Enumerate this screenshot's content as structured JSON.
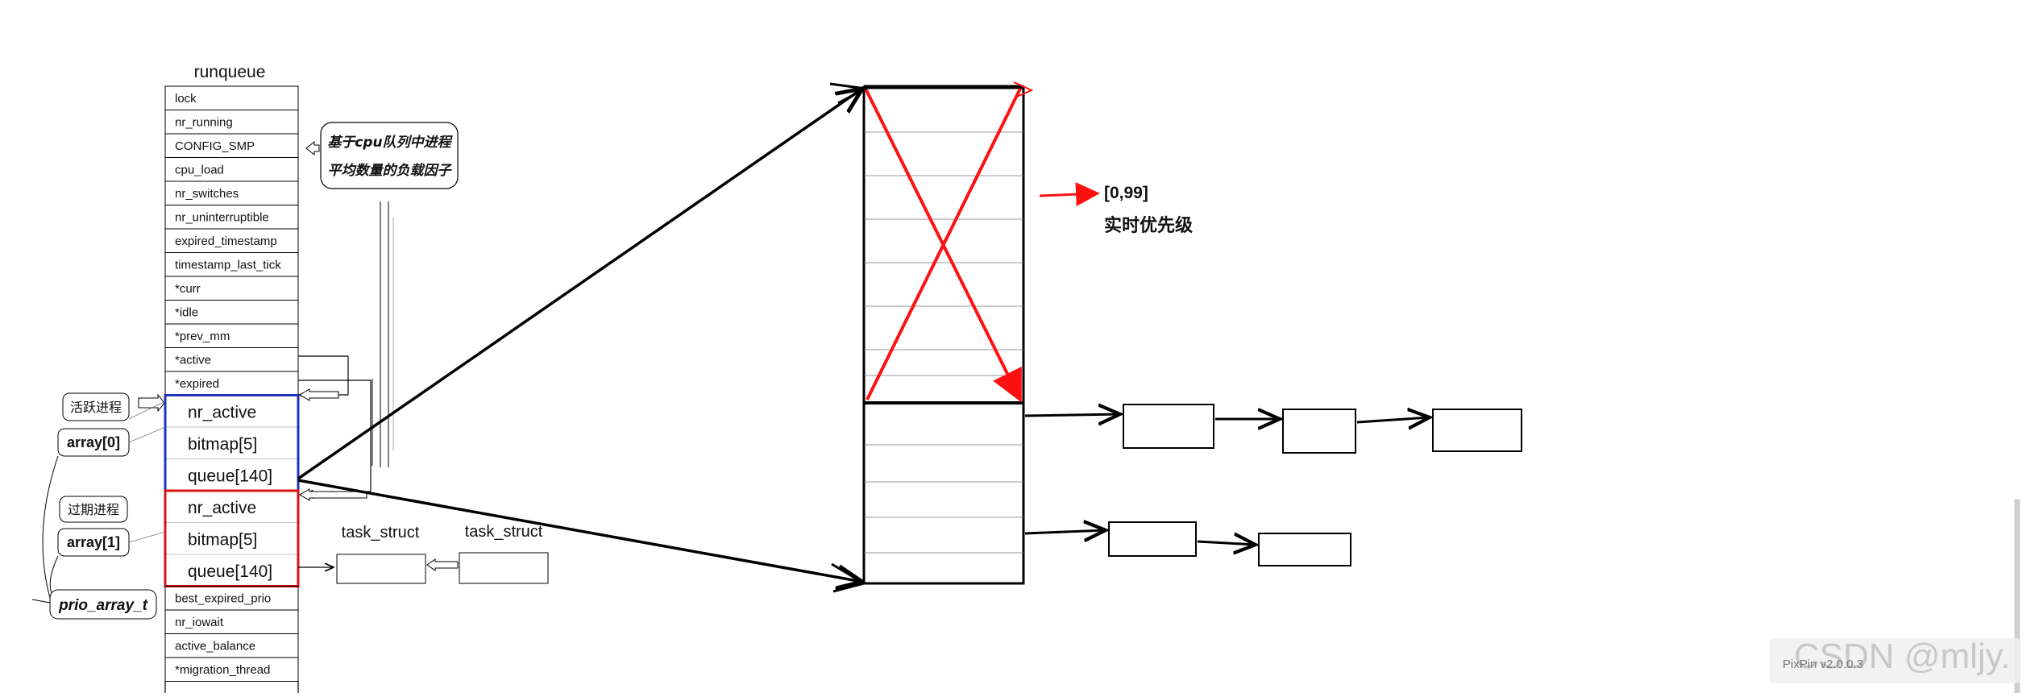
{
  "runqueue": {
    "title": "runqueue",
    "fields_top": [
      "lock",
      "nr_running",
      "CONFIG_SMP",
      "cpu_load",
      "nr_switches",
      "nr_uninterruptible",
      "expired_timestamp",
      "timestamp_last_tick",
      "*curr",
      "*idle",
      "*prev_mm",
      "*active",
      "*expired"
    ],
    "array0": [
      "nr_active",
      "bitmap[5]",
      "queue[140]"
    ],
    "array1": [
      "nr_active",
      "bitmap[5]",
      "queue[140]"
    ],
    "fields_bottom": [
      "best_expired_prio",
      "nr_iowait",
      "active_balance",
      "*migration_thread"
    ]
  },
  "annotations": {
    "callout_line1": "基于cpu队列中进程",
    "callout_line2": "平均数量的负载因子",
    "active_process": "活跃进程",
    "array0": "array[0]",
    "expired_process": "过期进程",
    "array1": "array[1]",
    "prio_array_t": "prio_array_t"
  },
  "task_structs": [
    "task_struct",
    "task_struct"
  ],
  "priority": {
    "range": "[0,99]",
    "label": "实时优先级"
  },
  "colors": {
    "active_box": "#2233bb",
    "expired_box": "#dd1111",
    "arrow_red": "#ff1111",
    "line": "#000000"
  },
  "watermark": {
    "badge": "PixPin v2.0.0.3",
    "text": "CSDN @mljy."
  }
}
